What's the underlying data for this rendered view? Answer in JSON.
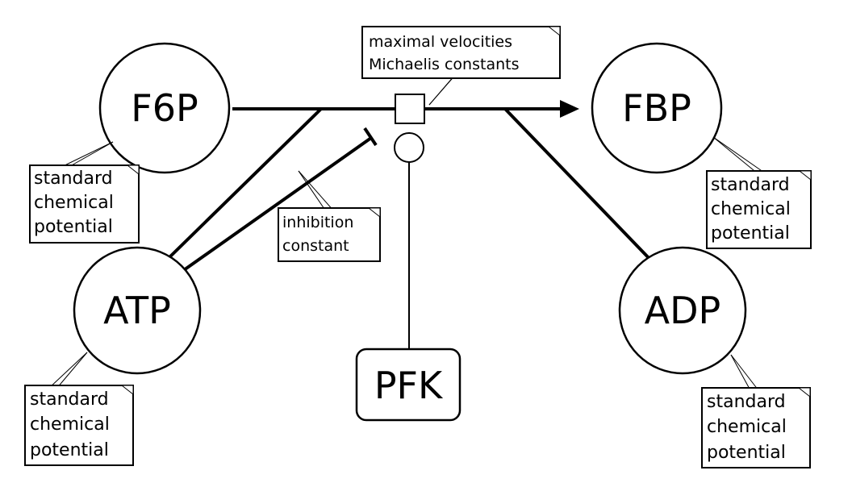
{
  "nodes": {
    "f6p": "F6P",
    "fbp": "FBP",
    "atp": "ATP",
    "adp": "ADP",
    "pfk": "PFK"
  },
  "annotations": {
    "reaction": [
      "maximal velocities",
      "Michaelis constants"
    ],
    "f6p": [
      "standard",
      "chemical",
      "potential"
    ],
    "fbp": [
      "standard",
      "chemical",
      "potential"
    ],
    "atp": [
      "standard",
      "chemical",
      "potential"
    ],
    "adp": [
      "standard",
      "chemical",
      "potential"
    ],
    "inhibition": [
      "inhibition",
      "constant"
    ]
  }
}
